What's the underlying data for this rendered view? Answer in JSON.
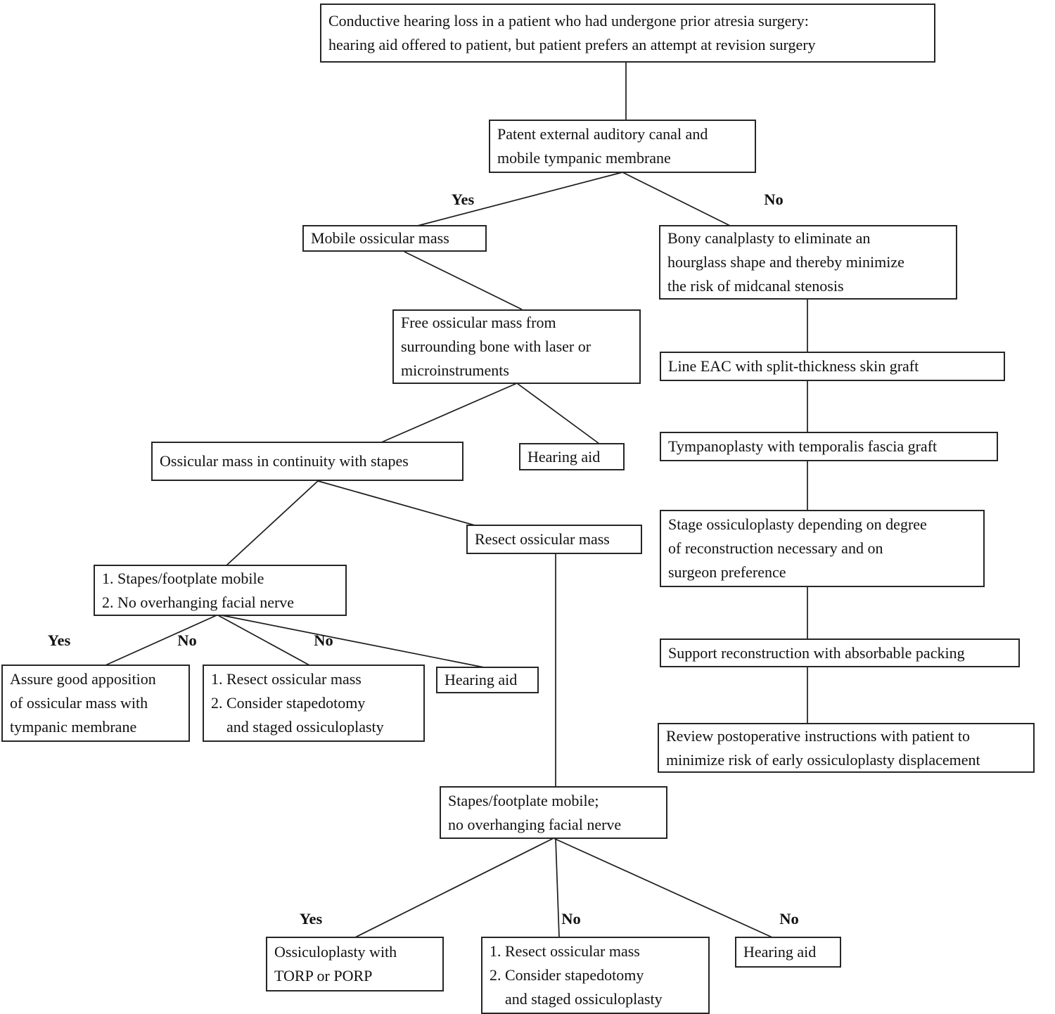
{
  "diagram": {
    "type": "flowchart",
    "background_color": "#ffffff",
    "line_color": "#1c1c1c",
    "box_border_color": "#262626",
    "text_color": "#111111",
    "nodes": {
      "root": {
        "text": "Conductive hearing loss in a patient who had undergone prior atresia surgery:\nhearing aid offered to patient, but patient prefers an attempt at revision surgery"
      },
      "patent_eac": {
        "text": "Patent external auditory canal and\nmobile tympanic membrane"
      },
      "mobile_mass": {
        "text": "Mobile ossicular mass"
      },
      "bony_canalplasty": {
        "text": "Bony canalplasty to eliminate an\nhourglass shape and thereby minimize\nthe risk of midcanal stenosis"
      },
      "free_mass": {
        "text": "Free ossicular mass from\nsurrounding bone with laser or\nmicroinstruments"
      },
      "line_eac": {
        "text": "Line EAC with split-thickness skin graft"
      },
      "continuity": {
        "text": "Ossicular mass in continuity with stapes"
      },
      "hearing_aid_1": {
        "text": "Hearing aid"
      },
      "tympanoplasty": {
        "text": "Tympanoplasty with temporalis fascia graft"
      },
      "resect_mass": {
        "text": "Resect ossicular mass"
      },
      "stage_ossiculoplasty": {
        "text": "Stage ossiculoplasty depending on degree\nof reconstruction necessary and on\nsurgeon preference"
      },
      "stapes_criteria": {
        "text": "1. Stapes/footplate mobile\n2. No overhanging facial nerve"
      },
      "assure_apposition": {
        "text": "Assure good apposition\nof ossicular mass with\ntympanic membrane"
      },
      "resect_consider_left": {
        "text": "1. Resect ossicular mass\n2. Consider stapedotomy\n    and staged ossiculoplasty"
      },
      "hearing_aid_2": {
        "text": "Hearing aid"
      },
      "support_packing": {
        "text": "Support reconstruction with absorbable packing"
      },
      "review_postop": {
        "text": "Review postoperative instructions with patient to\nminimize risk of early ossiculoplasty displacement"
      },
      "stapes_mobile": {
        "text": "Stapes/footplate mobile;\nno overhanging facial nerve"
      },
      "ossiculoplasty_torp": {
        "text": "Ossiculoplasty with\nTORP or PORP"
      },
      "resect_consider_bottom": {
        "text": "1. Resect ossicular mass\n2. Consider stapedotomy\n    and staged ossiculoplasty"
      },
      "hearing_aid_3": {
        "text": "Hearing aid"
      }
    },
    "branch_labels": {
      "patent_yes": "Yes",
      "patent_no": "No",
      "criteria_yes": "Yes",
      "criteria_no_mid": "No",
      "criteria_no_right": "No",
      "stapes_yes": "Yes",
      "stapes_no_mid": "No",
      "stapes_no_right": "No"
    }
  }
}
